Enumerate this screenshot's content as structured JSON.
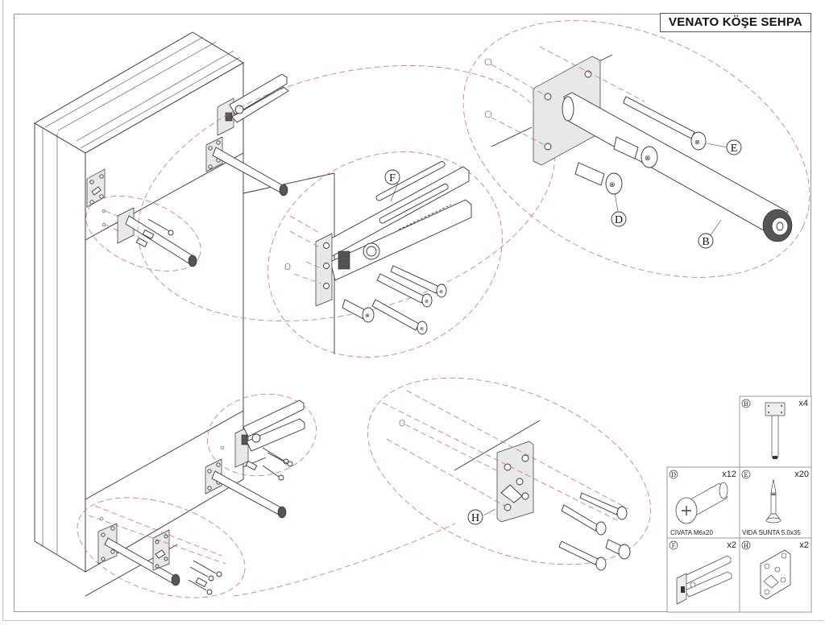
{
  "document": {
    "title": "VENATO KÖŞE SEHPA",
    "type": "assembly-instruction-sheet"
  },
  "callouts": {
    "leg": "B",
    "bolt": "D",
    "screw": "E",
    "bracket": "F",
    "plate": "H"
  },
  "parts_list": [
    {
      "id": "B",
      "quantity": "x4",
      "description": ""
    },
    {
      "id": "D",
      "quantity": "x12",
      "description": "CIVATA M6x20"
    },
    {
      "id": "E",
      "quantity": "x20",
      "description": "VIDA SUNTA 5.0x35"
    },
    {
      "id": "F",
      "quantity": "x2",
      "description": ""
    },
    {
      "id": "H",
      "quantity": "x2",
      "description": ""
    }
  ],
  "colors": {
    "line": "#333333",
    "detail_ellipse": "#c9737a",
    "frame": "#999999",
    "background": "#ffffff"
  },
  "icons": {
    "leg": "table-leg-icon",
    "bolt": "bolt-icon",
    "screw": "wood-screw-icon",
    "bracket": "corner-bracket-icon",
    "plate": "mounting-plate-icon"
  }
}
